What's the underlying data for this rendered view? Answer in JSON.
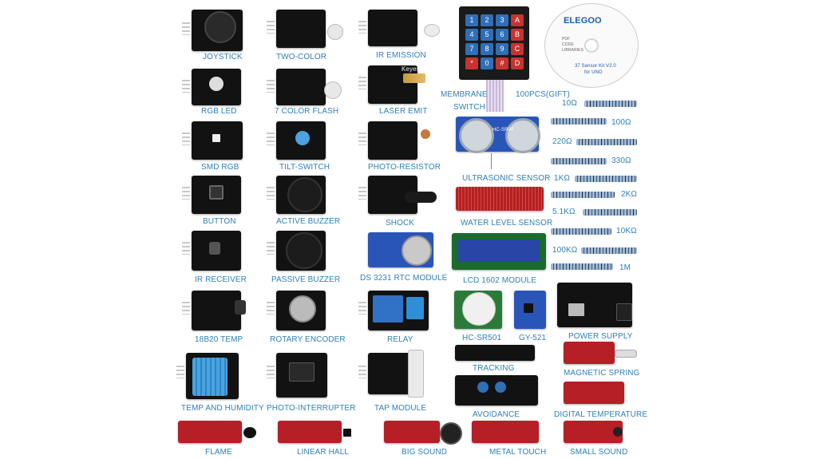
{
  "labels": {
    "joystick": "JOYSTICK",
    "two_color": "TWO-COLOR",
    "ir_emission": "IR EMISSION",
    "membrane": "MEMBRANE",
    "switch": "SWITCH",
    "rgb_led": "RGB LED",
    "color_flash": "7 COLOR FLASH",
    "laser_emit": "LASER EMIT",
    "smd_rgb": "SMD RGB",
    "tilt_switch": "TILT-SWITCH",
    "photo_resistor": "PHOTO-RESISTOR",
    "ultrasonic": "ULTRASONIC SENSOR",
    "button": "BUTTON",
    "active_buzzer": "ACTIVE BUZZER",
    "shock": "SHOCK",
    "water_level": "WATER LEVEL SENSOR",
    "ir_receiver": "IR RECEIVER",
    "passive_buzzer": "PASSIVE BUZZER",
    "ds3231": "DS 3231 RTC MODULE",
    "lcd1602": "LCD 1602 MODULE",
    "temp18b20": "18B20 TEMP",
    "rotary": "ROTARY ENCODER",
    "relay": "RELAY",
    "hcsr501": "HC-SR501",
    "gy521": "GY-521",
    "power_supply": "POWER SUPPLY",
    "tracking": "TRACKING",
    "magnetic": "MAGNETIC SPRING",
    "temp_humidity": "TEMP AND HUMIDITY",
    "photo_interrupter": "PHOTO-INTERRUPTER",
    "tap_module": "TAP MODULE",
    "avoidance": "AVOIDANCE",
    "digital_temp": "DIGITAL TEMPERATURE",
    "flame": "FLAME",
    "linear_hall": "LINEAR HALL",
    "big_sound": "BIG SOUND",
    "metal_touch": "METAL TOUCH",
    "small_sound": "SMALL SOUND",
    "gift": "100PCS(GIFT)"
  },
  "keypad": [
    "1",
    "2",
    "3",
    "A",
    "4",
    "5",
    "6",
    "B",
    "7",
    "8",
    "9",
    "C",
    "*",
    "0",
    "#",
    "D"
  ],
  "cd": {
    "logo": "ELEGOO",
    "lines": [
      "PDF",
      "CODE",
      "LIBRARIES"
    ],
    "kit": "37 Sensor Kit V2.0",
    "for": "for UNO"
  },
  "resistors": [
    "10Ω",
    "100Ω",
    "220Ω",
    "330Ω",
    "1KΩ",
    "2KΩ",
    "5.1KΩ",
    "10KΩ",
    "100KΩ",
    "1M"
  ],
  "module_text": {
    "ultrasonic_chip": "HC-SR04",
    "keyes": "Keyes"
  },
  "colors": {
    "label": "#2f7fb6",
    "board_black": "#121212",
    "board_red": "#b51f25",
    "board_blue": "#2a55b8"
  }
}
